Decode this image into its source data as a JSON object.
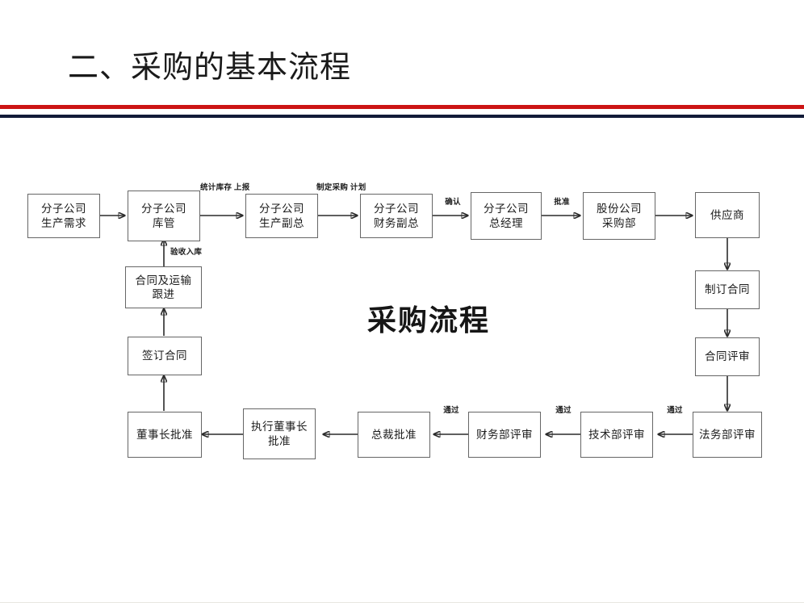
{
  "slide": {
    "title": "二、采购的基本流程",
    "accent_red": "#cc1414",
    "accent_navy": "#121b38",
    "background": "#ffffff"
  },
  "diagram": {
    "center_label": "采购流程",
    "node_border_color": "#666666",
    "arrow_color": "#2b2b2b",
    "nodes": [
      {
        "id": "n1",
        "lines": [
          "分子公司",
          "生产需求"
        ]
      },
      {
        "id": "n2",
        "lines": [
          "分子公司",
          "库管"
        ]
      },
      {
        "id": "n3",
        "lines": [
          "分子公司",
          "生产副总"
        ]
      },
      {
        "id": "n4",
        "lines": [
          "分子公司",
          "财务副总"
        ]
      },
      {
        "id": "n5",
        "lines": [
          "分子公司",
          "总经理"
        ]
      },
      {
        "id": "n6",
        "lines": [
          "股份公司",
          "采购部"
        ]
      },
      {
        "id": "n7",
        "lines": [
          "供应商"
        ]
      },
      {
        "id": "n8",
        "lines": [
          "制订合同"
        ]
      },
      {
        "id": "n9",
        "lines": [
          "合同评审"
        ]
      },
      {
        "id": "n10",
        "lines": [
          "法务部评审"
        ]
      },
      {
        "id": "n11",
        "lines": [
          "技术部评审"
        ]
      },
      {
        "id": "n12",
        "lines": [
          "财务部评审"
        ]
      },
      {
        "id": "n13",
        "lines": [
          "总裁批准"
        ]
      },
      {
        "id": "n14",
        "lines": [
          "执行董事长",
          "批准"
        ]
      },
      {
        "id": "n15",
        "lines": [
          "董事长批准"
        ]
      },
      {
        "id": "n16",
        "lines": [
          "签订合同"
        ]
      },
      {
        "id": "n17",
        "lines": [
          "合同及运输",
          "跟进"
        ]
      }
    ],
    "edge_labels": [
      {
        "id": "e1",
        "lines": [
          "统计库存",
          "上报"
        ]
      },
      {
        "id": "e2",
        "lines": [
          "制定采购",
          "计划"
        ]
      },
      {
        "id": "e3",
        "lines": [
          "确认"
        ]
      },
      {
        "id": "e4",
        "lines": [
          "批准"
        ]
      },
      {
        "id": "e5",
        "lines": [
          "验收入库"
        ]
      },
      {
        "id": "e6",
        "lines": [
          "通过"
        ]
      },
      {
        "id": "e7",
        "lines": [
          "通过"
        ]
      },
      {
        "id": "e8",
        "lines": [
          "通过"
        ]
      }
    ]
  }
}
